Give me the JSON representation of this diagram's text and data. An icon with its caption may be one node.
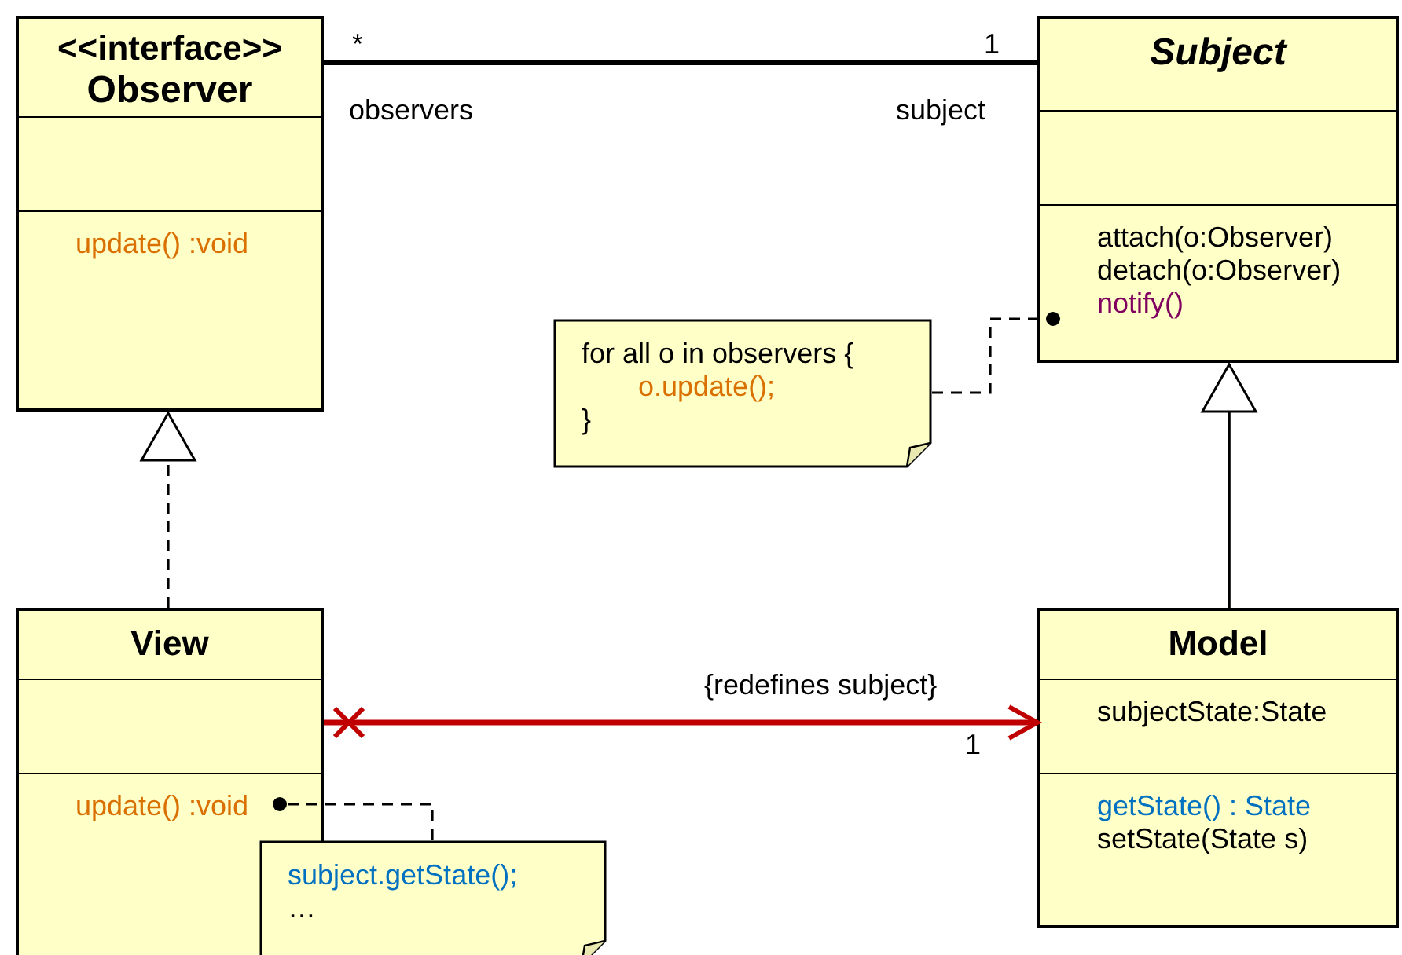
{
  "diagram": {
    "nodes": [
      {
        "text": [
          "<<interface>>",
          "Observer",
          "update() :void"
        ]
      },
      {
        "text": [
          "Subject",
          "attach(o:Observer)",
          "detach(o:Observer)",
          "notify()"
        ]
      },
      {
        "text": [
          "for all o in observers {",
          "o.update();",
          "}"
        ]
      },
      {
        "text": [
          "View",
          "update() :void"
        ]
      },
      {
        "text": [
          "Model",
          "subjectState:State",
          "getState() : State",
          "setState(State s)"
        ]
      },
      {
        "text": [
          "subject.getState();",
          "…"
        ]
      }
    ],
    "edges": [
      {
        "from": 0,
        "to": 1,
        "arrow": "none"
      },
      {
        "from": 3,
        "to": 0,
        "arrow": "to",
        "style": "dashed"
      },
      {
        "from": 4,
        "to": 1,
        "arrow": "to"
      },
      {
        "from": 3,
        "to": 4,
        "arrow": "to",
        "label": "{redefines subject}",
        "style": "thick",
        "color": "#c00000"
      },
      {
        "from": 2,
        "to": 1,
        "arrow": "other",
        "style": "dashed"
      },
      {
        "from": 5,
        "to": 3,
        "arrow": "other",
        "style": "dashed"
      }
    ],
    "labels": [
      "*",
      "observers",
      "1",
      "subject",
      "1"
    ]
  }
}
